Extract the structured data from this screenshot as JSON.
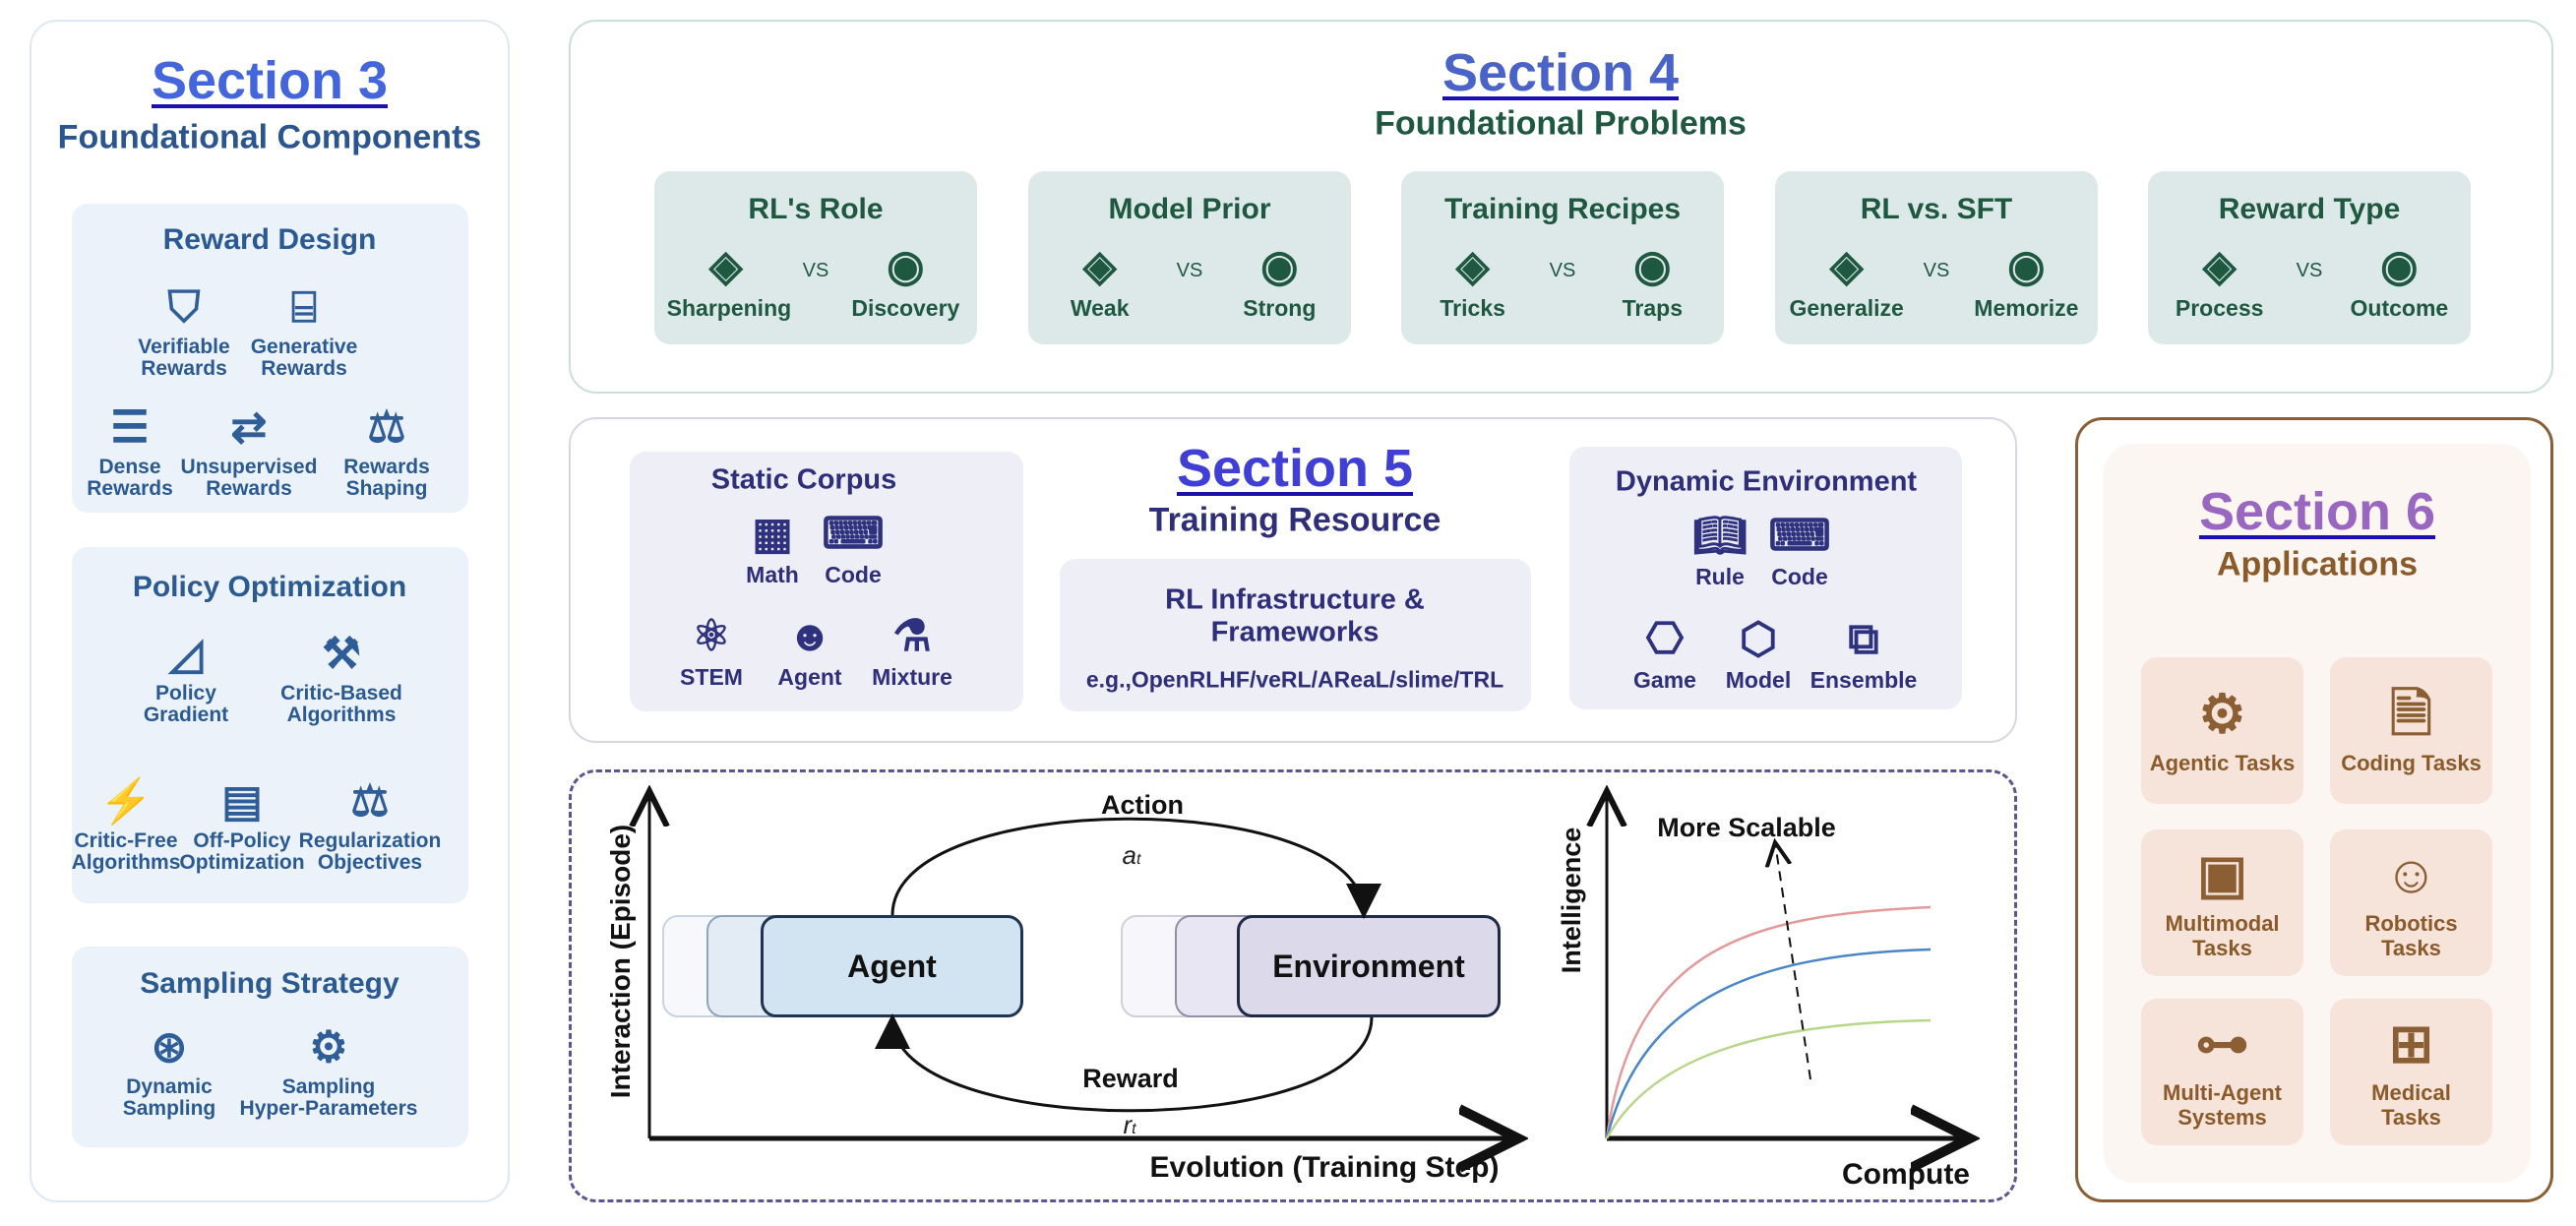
{
  "colors": {
    "s3_title": "#4466dd",
    "s3_sub": "#2a5590",
    "s4_title": "#4a63c8",
    "s4_sub": "#1f5840",
    "s5_title": "#3f3fd6",
    "s5_sub": "#2e2e7a",
    "s6_title": "#9966c0",
    "s6_sub": "#8a5a2a",
    "curve_red": "#e39a9a",
    "curve_blue": "#4a86c8",
    "curve_green": "#b8d68a"
  },
  "section3": {
    "title": "Section 3",
    "subtitle": "Foundational Components",
    "reward_design": {
      "title": "Reward Design",
      "items": [
        {
          "icon": "shield-check-icon",
          "label1": "Verifiable",
          "label2": "Rewards"
        },
        {
          "icon": "robot-icon",
          "label1": "Generative",
          "label2": "Rewards"
        },
        {
          "icon": "checklist-icon",
          "label1": "Dense",
          "label2": "Rewards"
        },
        {
          "icon": "swap-arrows-icon",
          "label1": "Unsupervised",
          "label2": "Rewards"
        },
        {
          "icon": "scale-icon",
          "label1": "Rewards",
          "label2": "Shaping"
        }
      ]
    },
    "policy_optimization": {
      "title": "Policy Optimization",
      "items": [
        {
          "icon": "gradient-icon",
          "label1": "Policy",
          "label2": "Gradient"
        },
        {
          "icon": "gavel-icon",
          "label1": "Critic-Based",
          "label2": "Algorithms"
        },
        {
          "icon": "lightning-icon",
          "label1": "Critic-Free",
          "label2": "Algorithms"
        },
        {
          "icon": "cabinet-icon",
          "label1": "Off-Policy",
          "label2": "Optimization"
        },
        {
          "icon": "scale-icon",
          "label1": "Regularization",
          "label2": "Objectives"
        }
      ]
    },
    "sampling_strategy": {
      "title": "Sampling Strategy",
      "items": [
        {
          "icon": "wheel-icon",
          "label1": "Dynamic",
          "label2": "Sampling"
        },
        {
          "icon": "tools-icon",
          "label1": "Sampling",
          "label2": "Hyper-Parameters"
        }
      ]
    }
  },
  "section4": {
    "title": "Section 4",
    "subtitle": "Foundational Problems",
    "vs": "VS",
    "cards": [
      {
        "title": "RL's Role",
        "left": "Sharpening",
        "right": "Discovery",
        "left_icon": "lightbulb-icon",
        "right_icon": "magnifier-icon"
      },
      {
        "title": "Model Prior",
        "left": "Weak",
        "right": "Strong",
        "left_icon": "layers-icon",
        "right_icon": "document-hand-icon"
      },
      {
        "title": "Training Recipes",
        "left": "Tricks",
        "right": "Traps",
        "left_icon": "book-icon",
        "right_icon": "pot-icon"
      },
      {
        "title": "RL vs. SFT",
        "left": "Generalize",
        "right": "Memorize",
        "left_icon": "map-icon",
        "right_icon": "usb-drive-icon"
      },
      {
        "title": "Reward Type",
        "left": "Process",
        "right": "Outcome",
        "left_icon": "clock-timeline-icon",
        "right_icon": "badge-icon"
      }
    ]
  },
  "section5": {
    "title": "Section 5",
    "subtitle": "Training Resource",
    "static_corpus": {
      "title": "Static Corpus",
      "items": [
        {
          "label": "Math",
          "icon": "calculator-icon"
        },
        {
          "label": "Code",
          "icon": "code-window-icon"
        },
        {
          "label": "STEM",
          "icon": "stem-network-icon"
        },
        {
          "label": "Agent",
          "icon": "agent-headset-icon"
        },
        {
          "label": "Mixture",
          "icon": "beaker-icon"
        }
      ]
    },
    "infra": {
      "line1": "RL Infrastructure &",
      "line2": "Frameworks",
      "examples": "e.g.,OpenRLHF/veRL/AReaL/slime/TRL"
    },
    "dynamic_env": {
      "title": "Dynamic Environment",
      "items": [
        {
          "label": "Rule",
          "icon": "rule-book-icon"
        },
        {
          "label": "Code",
          "icon": "code-window-icon"
        },
        {
          "label": "Game",
          "icon": "gamepad-icon"
        },
        {
          "label": "Model",
          "icon": "cube-graph-icon"
        },
        {
          "label": "Ensemble",
          "icon": "stacked-squares-icon"
        }
      ]
    }
  },
  "diagram": {
    "agent": "Agent",
    "environment": "Environment",
    "action": "Action",
    "action_symbol": "a",
    "action_sub": "t",
    "reward": "Reward",
    "reward_symbol": "r",
    "reward_sub": "t",
    "y_axis": "Interaction (Episode)",
    "x_axis": "Evolution (Training Step)",
    "scaling": {
      "y_axis": "Intelligence",
      "x_axis": "Compute",
      "annotation": "More Scalable"
    }
  },
  "section6": {
    "title": "Section 6",
    "subtitle": "Applications",
    "cards": [
      {
        "label1": "Agentic Tasks",
        "label2": "",
        "icon": "robot-gear-icon"
      },
      {
        "label1": "Coding Tasks",
        "label2": "",
        "icon": "code-document-icon"
      },
      {
        "label1": "Multimodal",
        "label2": "Tasks",
        "icon": "multimodal-icon"
      },
      {
        "label1": "Robotics",
        "label2": "Tasks",
        "icon": "brain-person-icon"
      },
      {
        "label1": "Multi-Agent",
        "label2": "Systems",
        "icon": "brain-hierarchy-icon"
      },
      {
        "label1": "Medical",
        "label2": "Tasks",
        "icon": "medical-cross-icon"
      }
    ]
  }
}
